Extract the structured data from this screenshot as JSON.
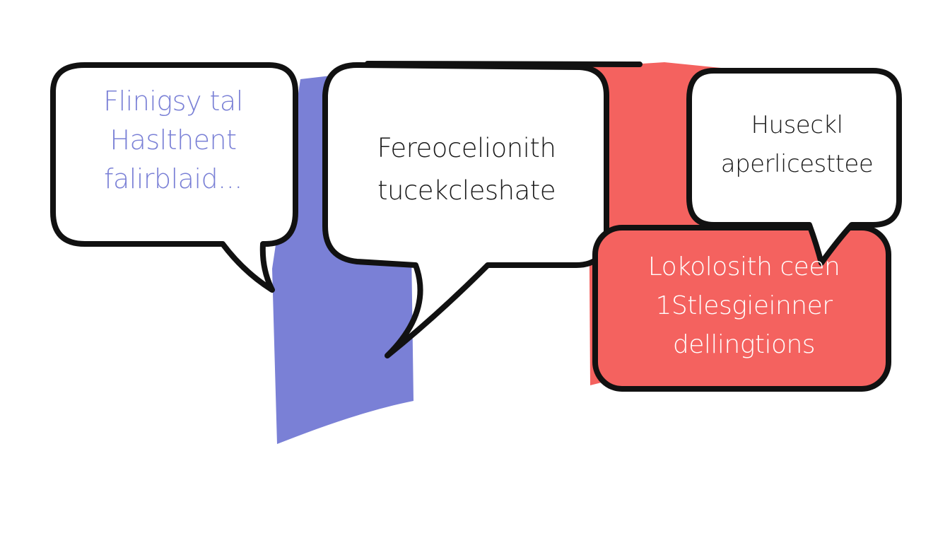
{
  "colors": {
    "background": "#ffffff",
    "blue": "#7a80d6",
    "red": "#f4625f",
    "outline": "#111111",
    "left_text": "#7a80d6",
    "dark_text": "#1a1a1a",
    "light_text": "#ffffff"
  },
  "bubbles": {
    "left": {
      "lines": [
        "Flinigsy tal",
        "Haslthent",
        "falirblaid..."
      ]
    },
    "center": {
      "lines": [
        "Fereocelionith",
        "tucekcleshate"
      ]
    },
    "right_top": {
      "lines": [
        "Huseckl",
        "aperlicesttee"
      ]
    },
    "right_bottom": {
      "lines": [
        "Lokolosith ceen",
        "1Stlesgieinner",
        "dellingtions"
      ]
    }
  }
}
